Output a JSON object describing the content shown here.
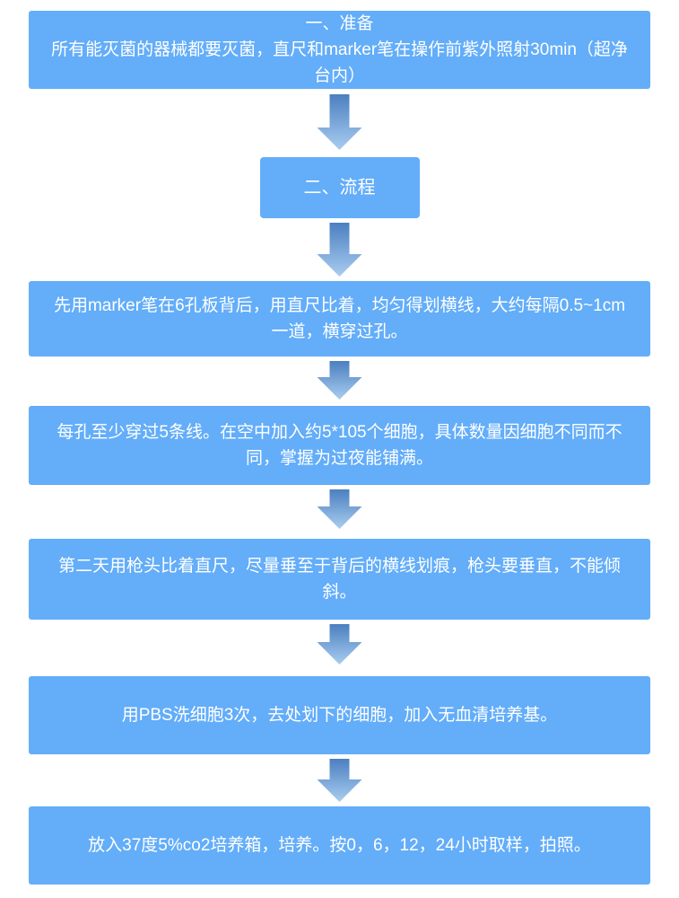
{
  "colors": {
    "box_fill": "#63ADF9",
    "arrow_gradient_top": "#4B7FC0",
    "arrow_gradient_bottom": "#A9CDF0",
    "text": "#FFFFFF"
  },
  "icons": {
    "connector": "down-arrow"
  },
  "flowchart": {
    "preparation": {
      "title": "一、准备",
      "body": "所有能灭菌的器械都要灭菌，直尺和marker笔在操作前紫外照射30min（超净台内）"
    },
    "process": {
      "title": "二、流程"
    },
    "steps": [
      {
        "text": "先用marker笔在6孔板背后，用直尺比着，均匀得划横线，大约每隔0.5~1cm一道，横穿过孔。"
      },
      {
        "text": "每孔至少穿过5条线。在空中加入约5*105个细胞，具体数量因细胞不同而不同，掌握为过夜能铺满。"
      },
      {
        "text": "第二天用枪头比着直尺，尽量垂至于背后的横线划痕，枪头要垂直，不能倾斜。"
      },
      {
        "text": "用PBS洗细胞3次，去处划下的细胞，加入无血清培养基。"
      },
      {
        "text": "放入37度5%co2培养箱，培养。按0，6，12，24小时取样，拍照。"
      }
    ]
  }
}
